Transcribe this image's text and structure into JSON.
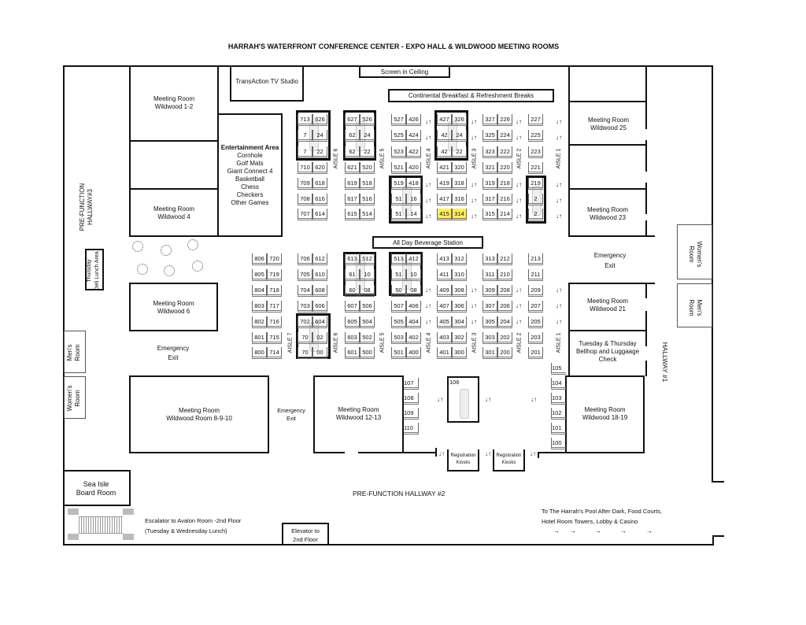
{
  "title": "HARRAH'S WATERFRONT CONFERENCE CENTER - EXPO HALL & WILDWOOD MEETING ROOMS",
  "labels": {
    "screen": "Screen in Ceiling",
    "tv_studio": "TransAction TV Studio",
    "breakfast": "Continental Breakfast & Refreshment Breaks",
    "beverage": "All Day Beverage Station",
    "mr_1_2": [
      "Meeting Room",
      "Wildwood 1-2"
    ],
    "mr_4": [
      "Meeting Room",
      "Wildwood 4"
    ],
    "mr_6": [
      "Meeting Room",
      "Wildwood 6"
    ],
    "mr_8_9_10": [
      "Meeting Room",
      "Wildwood Room 8-9-10"
    ],
    "mr_12_13": [
      "Meeting Room",
      "Wildwood 12-13"
    ],
    "mr_18_19": [
      "Meeting Room",
      "Wildwood 18-19"
    ],
    "mr_21": [
      "Meeting Room",
      "Wildwood 21"
    ],
    "mr_23": [
      "Meeting Room",
      "Wildwood 23"
    ],
    "mr_25": [
      "Meeting Room",
      "Wildwood 25"
    ],
    "entertainment": {
      "title": "Entertainment Area",
      "items": [
        "Cornhole",
        "Golf Mats",
        "Giant Connect 4",
        "Basketball",
        "Chess",
        "Checkers",
        "Other Games"
      ]
    },
    "hallway3": [
      "PRE-FUNCTION",
      "HALLWAY#3"
    ],
    "hallway2": "PRE-FUNCTION HALLWAY #2",
    "hallway1": "HALLWAY #1",
    "deli": [
      "Thursday",
      "Deli Lunch Area"
    ],
    "mens_left": [
      "Men's",
      "Room"
    ],
    "womens_left": [
      "Women's",
      "Room"
    ],
    "mens_right": [
      "Men's",
      "Room"
    ],
    "womens_right": [
      "Women's",
      "Room"
    ],
    "emergency_exit": [
      "Emergency",
      "Exit"
    ],
    "sea_isle": [
      "Sea Isle",
      "Board Room"
    ],
    "escalator": [
      "Escalator to Avalon Room -2nd Floor",
      "(Tuesday & Wednesday Lunch)"
    ],
    "elevator": [
      "Elevator to",
      "2nd Floor"
    ],
    "bellhop": [
      "Tuesday & Thursday",
      "Bellhop and Luggaage",
      "Check"
    ],
    "registration": [
      "Registration",
      "Kiosks"
    ],
    "directions": [
      "To The Harrah's Pool After Dark, Food Courts,",
      "Hotel Room Towers, Lobby & Casino"
    ],
    "arrow_right": "→",
    "two_way": "↓↑"
  },
  "booths_top": [
    [
      "713",
      "626",
      "627",
      "526",
      "527",
      "426",
      "427",
      "326",
      "327",
      "226",
      "227"
    ],
    [
      "7",
      "24",
      "62",
      "24",
      "525",
      "424",
      "42",
      "24",
      "325",
      "224",
      "225"
    ],
    [
      "7",
      "22",
      "62",
      "22",
      "523",
      "422",
      "42",
      "22",
      "323",
      "222",
      "223"
    ],
    [
      "710",
      "620",
      "621",
      "520",
      "521",
      "420",
      "421",
      "320",
      "321",
      "220",
      "221"
    ],
    [
      "709",
      "618",
      "619",
      "518",
      "519",
      "418",
      "419",
      "318",
      "319",
      "218",
      "219"
    ],
    [
      "708",
      "616",
      "617",
      "516",
      "51",
      "16",
      "417",
      "316",
      "317",
      "216",
      "2"
    ],
    [
      "707",
      "614",
      "615",
      "514",
      "51",
      "14",
      "415",
      "314",
      "315",
      "214",
      "2"
    ]
  ],
  "booths_bottom": [
    [
      "806",
      "720",
      "706",
      "612",
      "613",
      "512",
      "513",
      "412",
      "413",
      "312",
      "313",
      "212",
      "213"
    ],
    [
      "805",
      "719",
      "705",
      "610",
      "61",
      "10",
      "51",
      "10",
      "411",
      "310",
      "311",
      "210",
      "211"
    ],
    [
      "804",
      "718",
      "704",
      "608",
      "60",
      "08",
      "50",
      "08",
      "409",
      "308",
      "309",
      "208",
      "209"
    ],
    [
      "803",
      "717",
      "703",
      "606",
      "607",
      "506",
      "507",
      "406",
      "407",
      "306",
      "307",
      "206",
      "207"
    ],
    [
      "802",
      "716",
      "702",
      "604",
      "605",
      "504",
      "505",
      "404",
      "405",
      "304",
      "305",
      "204",
      "205"
    ],
    [
      "801",
      "715",
      "70",
      "02",
      "603",
      "502",
      "503",
      "402",
      "403",
      "302",
      "303",
      "202",
      "203"
    ],
    [
      "800",
      "714",
      "70",
      "00",
      "601",
      "500",
      "501",
      "400",
      "401",
      "300",
      "301",
      "200",
      "201"
    ]
  ],
  "booths_side_left": [
    "107",
    "108",
    "109",
    "110"
  ],
  "booths_side_right": [
    "105",
    "104",
    "103",
    "102",
    "101",
    "100"
  ],
  "booth_106": "106",
  "highlighted": [
    "415",
    "314"
  ],
  "aisles_top": [
    "AISLE 6",
    "AISLE 5",
    "AISLE 4",
    "AISLE 3",
    "AISLE 2",
    "AISLE 1"
  ],
  "aisles_bottom": [
    "AISLE 7",
    "AISLE 6",
    "AISLE 5",
    "AISLE 4",
    "AISLE 3",
    "AISLE 2",
    "AISLE 1"
  ],
  "colors": {
    "highlight": "#ffef5c",
    "wall": "#111111"
  }
}
